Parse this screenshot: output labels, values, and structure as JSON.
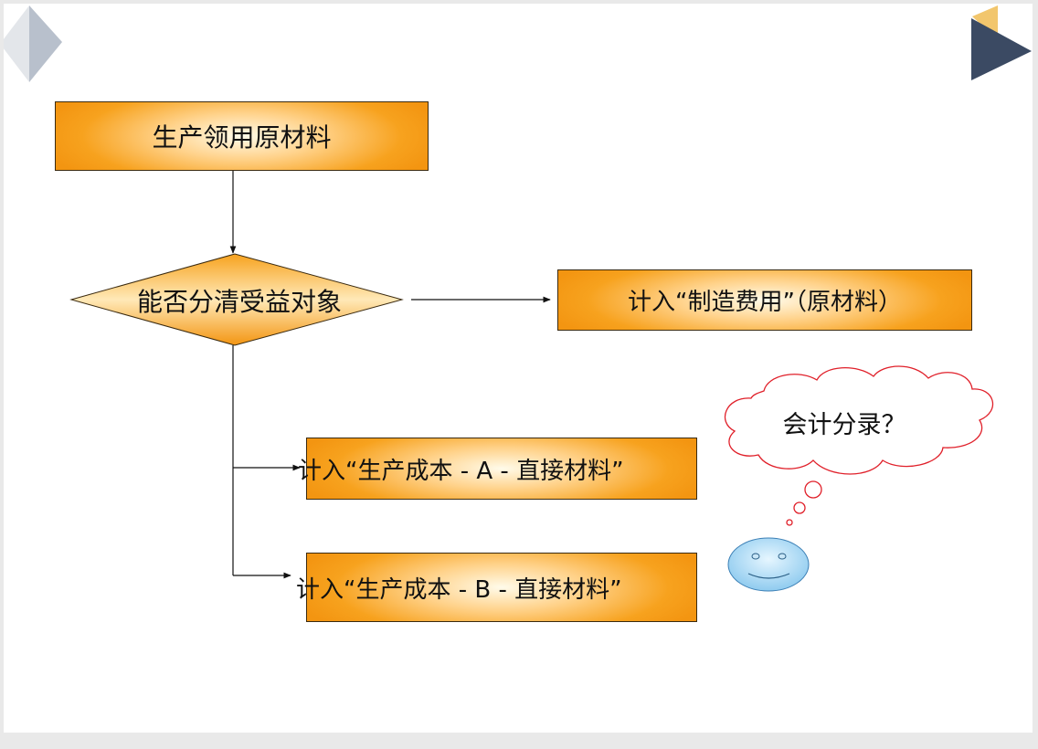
{
  "slide": {
    "nodes": {
      "start": "生产领用原材料",
      "decision": "能否分清受益对象",
      "manufacturing_overhead": "计入“制造费用”（原材料）",
      "product_a": "计入“生产成本 - A - 直接材料”",
      "product_b": "计入“生产成本 - B  - 直接材料”"
    },
    "thought_bubble": "会计分录？"
  },
  "colors": {
    "box_orange": "#f7a21e",
    "box_highlight": "#fffbea",
    "cloud_outline": "#e0202a",
    "smiley_fill": "#9fd3f2",
    "corner_dark": "#3b4a63",
    "corner_gold": "#f2c66d",
    "corner_grey": "#b8c0cc"
  },
  "icons": [
    "left-triangle-corner-icon",
    "right-triangle-corner-icon",
    "thought-cloud-icon",
    "smiley-face-icon"
  ]
}
